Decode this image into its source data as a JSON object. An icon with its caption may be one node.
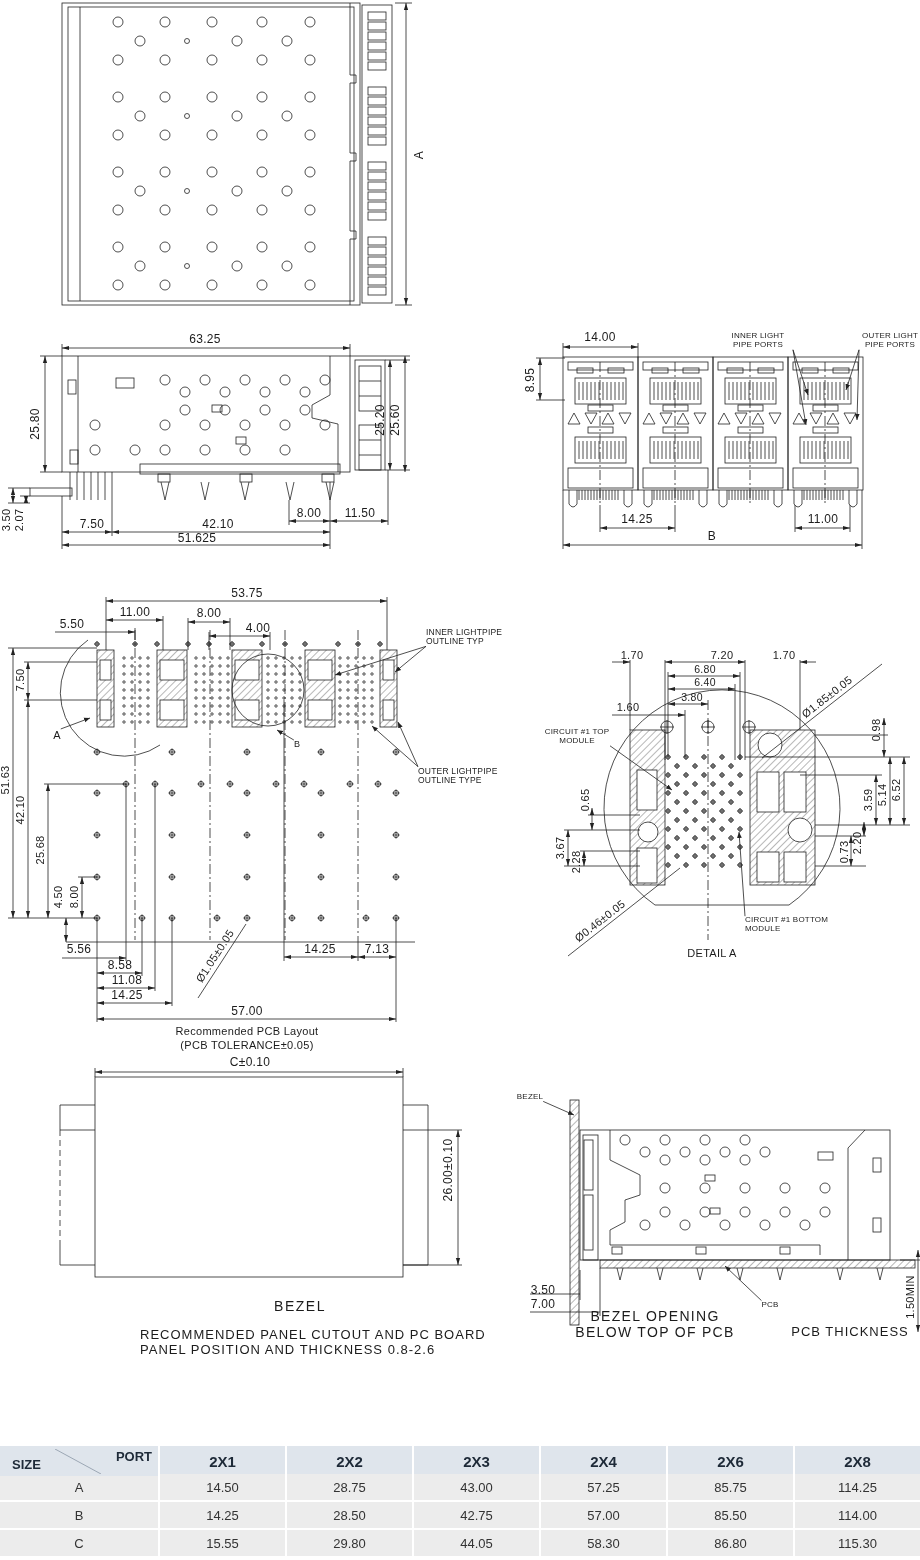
{
  "diagram": {
    "nodes": [
      {
        "text": [
          "INNER LIGHT PIPE PORTS"
        ]
      },
      {
        "text": [
          "OUTER LIGHT PIPE PORTS"
        ]
      },
      {
        "text": [
          "INNER LIGHTPIPE OUTLINE TYP"
        ]
      },
      {
        "text": [
          "OUTER LIGHTPIPE OUTLINE TYPE"
        ]
      },
      {
        "text": [
          "A"
        ]
      },
      {
        "text": [
          "B"
        ]
      },
      {
        "text": [
          "CIRCUIT #1 TOP MODULE"
        ]
      },
      {
        "text": [
          "CIRCUIT #1 BOTTOM MODULE"
        ]
      },
      {
        "text": [
          "BEZEL"
        ]
      },
      {
        "text": [
          "PCB"
        ]
      }
    ],
    "edges": [
      {
        "from": 0,
        "to": null,
        "arrow": "to"
      },
      {
        "from": 0,
        "to": null,
        "arrow": "to"
      },
      {
        "from": 1,
        "to": null,
        "arrow": "to"
      },
      {
        "from": 1,
        "to": null,
        "arrow": "to"
      },
      {
        "from": 2,
        "to": null,
        "arrow": "to"
      },
      {
        "from": 2,
        "to": null,
        "arrow": "to"
      },
      {
        "from": 3,
        "to": null,
        "arrow": "to"
      },
      {
        "from": 3,
        "to": null,
        "arrow": "to"
      },
      {
        "from": 4,
        "to": null,
        "arrow": "to"
      },
      {
        "from": 5,
        "to": null,
        "arrow": "to"
      },
      {
        "from": 6,
        "to": null,
        "arrow": "to"
      },
      {
        "from": 7,
        "to": null,
        "arrow": "to"
      },
      {
        "from": 8,
        "to": null,
        "arrow": "to"
      },
      {
        "from": 9,
        "to": null,
        "arrow": "to"
      }
    ],
    "labels": [
      "A",
      "63.25",
      "25.80",
      "25.20",
      "25.60",
      "3.50",
      "2.07",
      "7.50",
      "42.10",
      "8.00",
      "11.50",
      "51.625",
      "14.00",
      "8.95",
      "14.25",
      "11.00",
      "B",
      "53.75",
      "11.00",
      "8.00",
      "5.50",
      "4.00",
      "7.50",
      "51.63",
      "42.10",
      "25.68",
      "4.50",
      "8.00",
      "5.56",
      "8.58",
      "11.08",
      "14.25",
      "Ø1.05±0.05",
      "14.25",
      "7.13",
      "57.00",
      "Recommended PCB Layout",
      "(PCB TOLERANCE±0.05)",
      "1.70",
      "7.20",
      "1.70",
      "6.80",
      "6.40",
      "3.80",
      "1.60",
      "Ø1.85±0.05",
      "0.98",
      "0.65",
      "3.59",
      "5.14",
      "6.52",
      "3.67",
      "2.28",
      "0.73",
      "2.20",
      "Ø0.46±0.05",
      "DETAIL A",
      "C±0.10",
      "26.00±0.10",
      "BEZEL",
      "RECOMMENDED PANEL CUTOUT AND PC BOARD PANEL POSITION AND THICKNESS 0.8-2.6",
      "3.50",
      "7.00",
      "1.50MIN",
      "BEZEL OPENING BELOW TOP OF PCB",
      "PCB THICKNESS",
      "SIZE",
      "PORT",
      "2X1",
      "2X2",
      "2X3",
      "2X4",
      "2X6",
      "2X8",
      "A",
      "14.50",
      "28.75",
      "43.00",
      "57.25",
      "85.75",
      "114.25",
      "B",
      "14.25",
      "28.50",
      "42.75",
      "57.00",
      "85.50",
      "114.00",
      "C",
      "15.55",
      "29.80",
      "44.05",
      "58.30",
      "86.80",
      "115.30"
    ]
  }
}
